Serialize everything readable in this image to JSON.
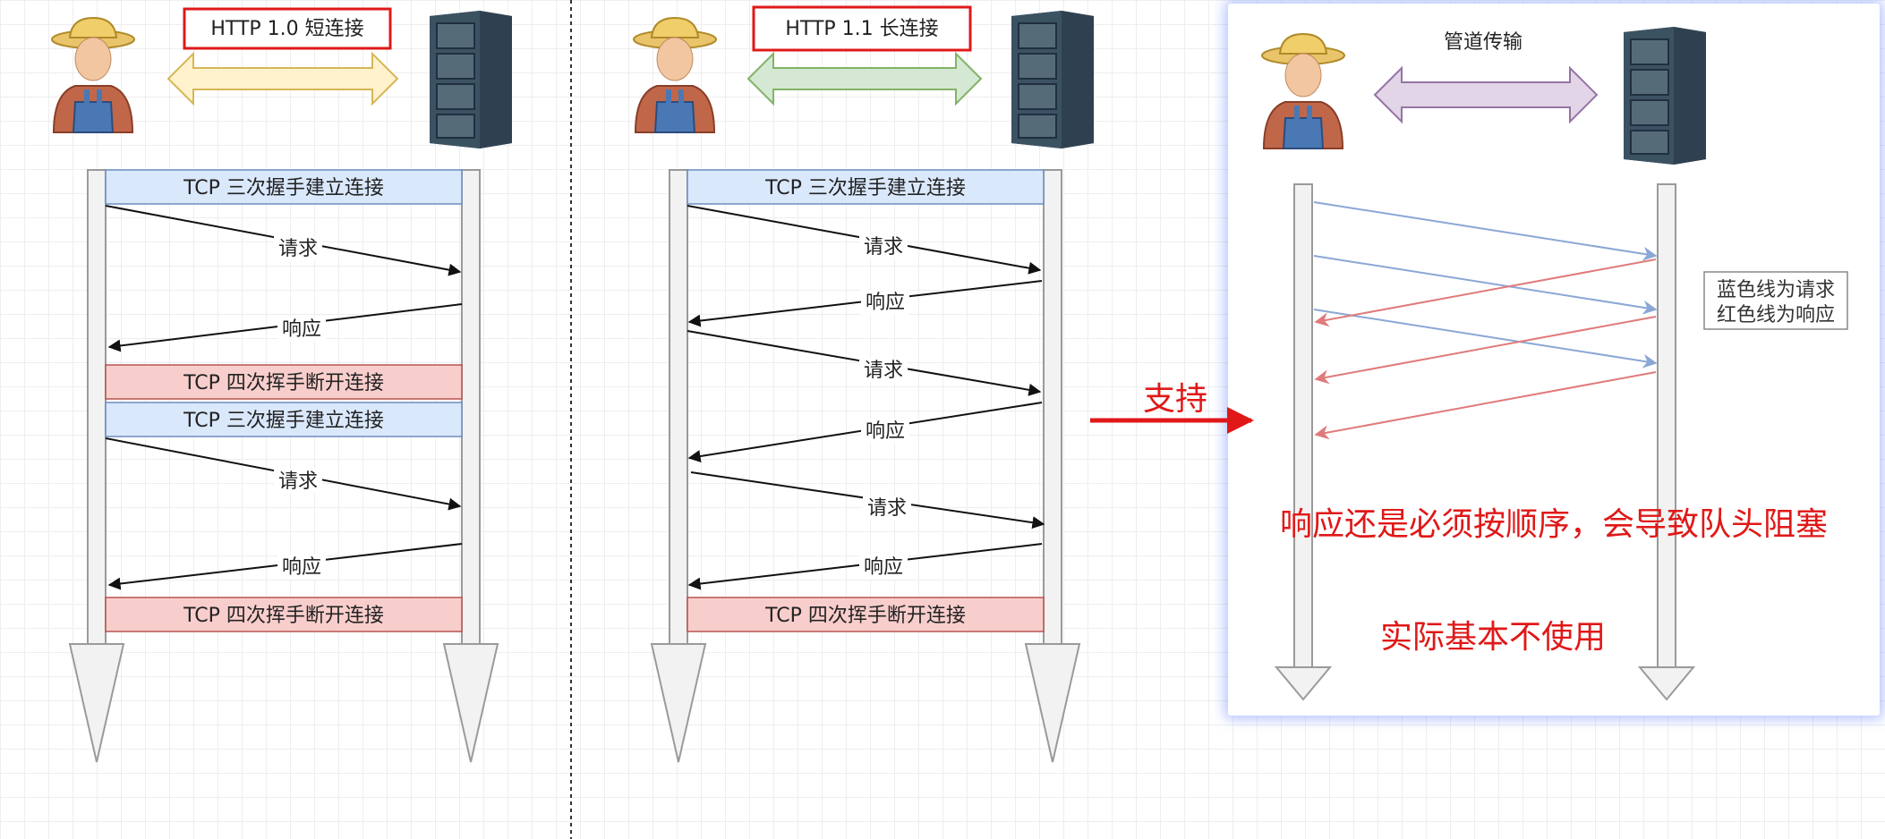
{
  "panel1": {
    "title": "HTTP 1.0 短连接",
    "handshake_label": "TCP 三次握手建立连接",
    "close_label": "TCP 四次挥手断开连接",
    "request_label": "请求",
    "response_label": "响应"
  },
  "panel2": {
    "title": "HTTP 1.1 长连接",
    "handshake_label": "TCP 三次握手建立连接",
    "close_label": "TCP 四次挥手断开连接",
    "request_label": "请求",
    "response_label": "响应"
  },
  "panel3": {
    "title": "管道传输",
    "legend_line1": "蓝色线为请求",
    "legend_line2": "红色线为响应",
    "note1": "响应还是必须按顺序，会导致队头阻塞",
    "note2": "实际基本不使用"
  },
  "arrow_label": "支持",
  "colors": {
    "title_border": "#e01818",
    "handshake_fill": "#dae8fc",
    "handshake_stroke": "#6c8ebf",
    "close_fill": "#f8cecc",
    "close_stroke": "#b85450",
    "request_line": "#8aa7d6",
    "response_line": "#e07a7a",
    "red_text": "#e01818",
    "arrow_panel1": "#fff2cc",
    "arrow_panel2": "#d5e8d4",
    "arrow_panel3": "#e1d5e7"
  },
  "icons": [
    "person-icon",
    "server-icon"
  ]
}
